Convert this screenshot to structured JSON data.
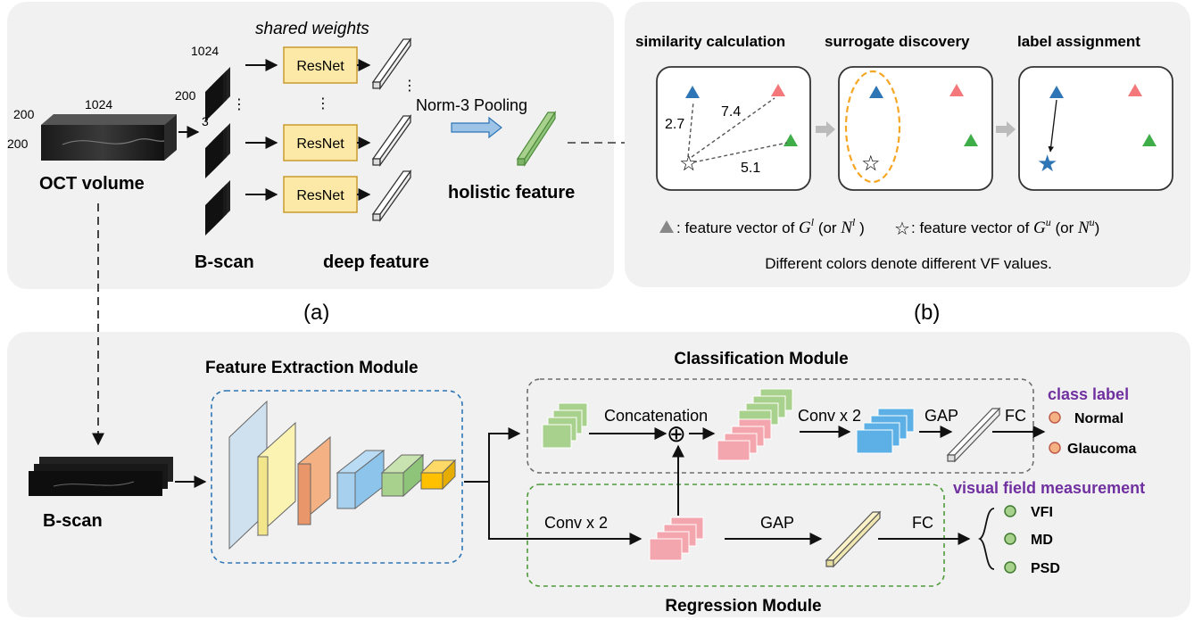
{
  "panel_a": {
    "shared_weights": "shared weights",
    "dim_1024_volume": "1024",
    "dim_200_top": "200",
    "dim_200_side": "200",
    "dim_1024_bscan": "1024",
    "dim_200_bscan": "200",
    "dim_3": "3",
    "oct_volume": "OCT volume",
    "bscan": "B-scan",
    "resnet": "ResNet",
    "vdots": "⋮",
    "norm_pooling": "Norm-3 Pooling",
    "holistic_feature": "holistic feature",
    "deep_feature": "deep feature",
    "caption": "(a)"
  },
  "panel_b": {
    "similarity": "similarity calculation",
    "surrogate": "surrogate discovery",
    "label_assignment": "label assignment",
    "dist_1": "2.7",
    "dist_2": "7.4",
    "dist_3": "5.1",
    "legend_triangle_prefix": ": feature vector of ",
    "legend_g_l": "G",
    "legend_sup_l": "l",
    "legend_or_1": " (or ",
    "legend_n_l": "N",
    "legend_close_1": " )",
    "legend_star_prefix": ": feature vector of ",
    "legend_g_u": "G",
    "legend_sup_u": "u",
    "legend_or_2": " (or ",
    "legend_n_u": "N",
    "legend_close_2": ")",
    "note": "Different colors denote different VF values.",
    "caption": "(b)"
  },
  "panel_c": {
    "bscan": "B-scan",
    "feature_extraction": "Feature Extraction Module",
    "classification": "Classification Module",
    "regression": "Regression Module",
    "concatenation": "Concatenation",
    "conv_x2_top": "Conv x 2",
    "conv_x2_bottom": "Conv x 2",
    "gap_top": "GAP",
    "gap_bottom": "GAP",
    "fc_top": "FC",
    "fc_bottom": "FC",
    "class_label": "class label",
    "normal": "Normal",
    "glaucoma": "Glaucoma",
    "vf_measurement": "visual field measurement",
    "vfi": "VFI",
    "md": "MD",
    "psd": "PSD",
    "plus": "⊕"
  },
  "colors": {
    "panel_bg": "#f1f1f1",
    "resnet_fill": "#fde9a7",
    "resnet_stroke": "#c99a2e",
    "arrow_blue": "#9dc3e6",
    "tri_blue": "#2e75b6",
    "tri_red": "#f4777a",
    "tri_green": "#3fae49",
    "oval_orange": "#f5a623",
    "fe_border": "#2e75b6",
    "cls_border": "#6e6e6e",
    "reg_border": "#4e9a3a",
    "purple": "#7030a0",
    "green_map": "#a9d18e",
    "pink_map": "#f4a6ae",
    "blue_map": "#5db0e6"
  }
}
